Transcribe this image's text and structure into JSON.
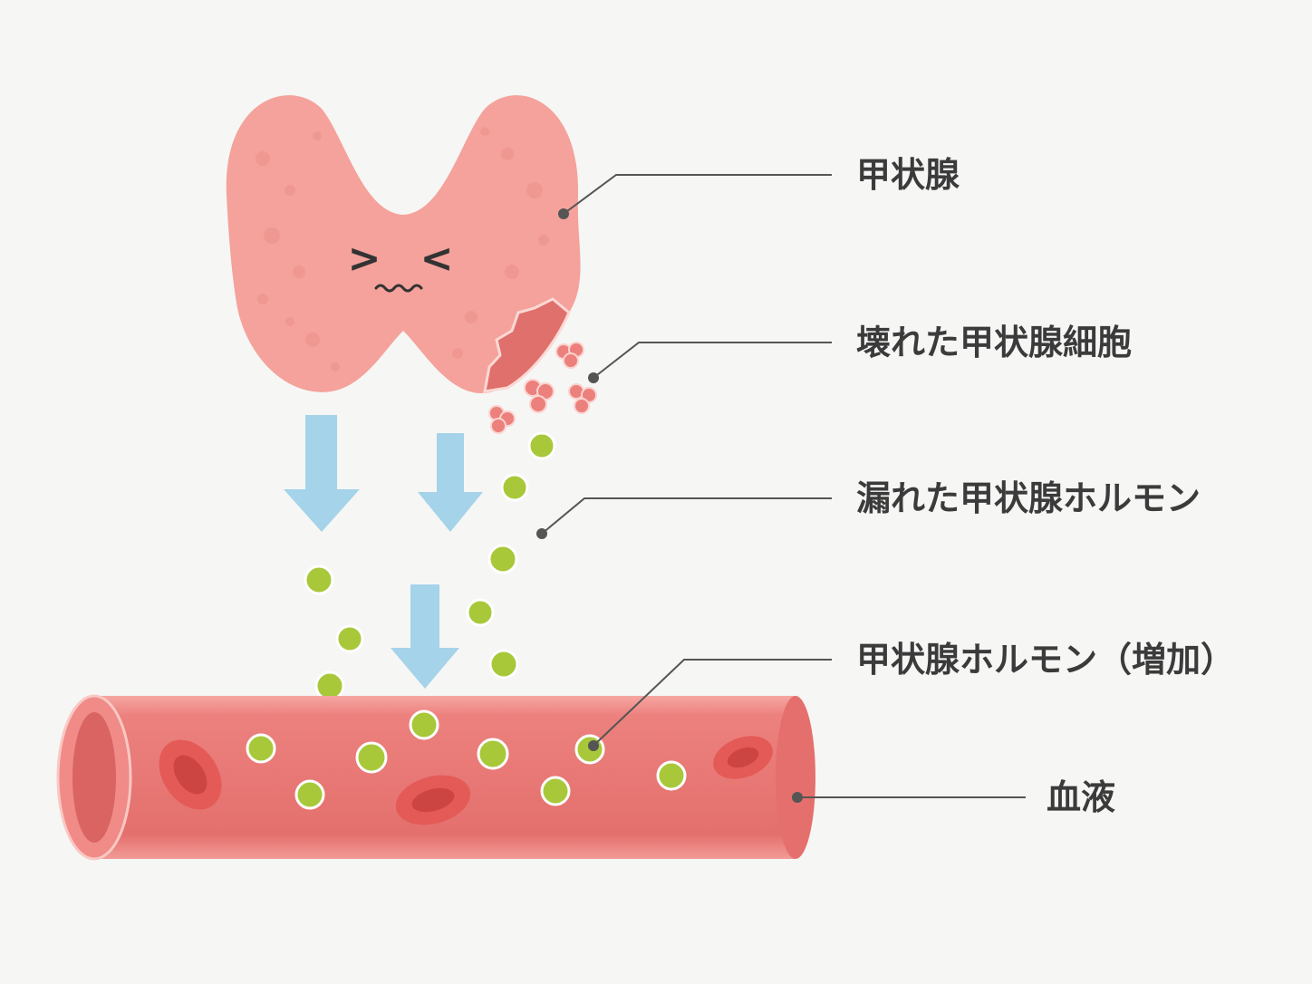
{
  "labels": {
    "thyroid": "甲状腺",
    "broken_cells": "壊れた甲状腺細胞",
    "leaked_hormone": "漏れた甲状腺ホルモン",
    "hormone_increase": "甲状腺ホルモン（増加）",
    "blood": "血液"
  },
  "face": {
    "left_eye": ">",
    "right_eye": "<"
  },
  "colors": {
    "thyroid": "#f4a29b",
    "thyroid_dark": "#e0706c",
    "arrow": "#a5d3e9",
    "hormone": "#a8c83a",
    "vessel": "#eb7b78",
    "vessel_dark": "#d95f5d",
    "text": "#3b3b3b",
    "leader": "#555555"
  }
}
